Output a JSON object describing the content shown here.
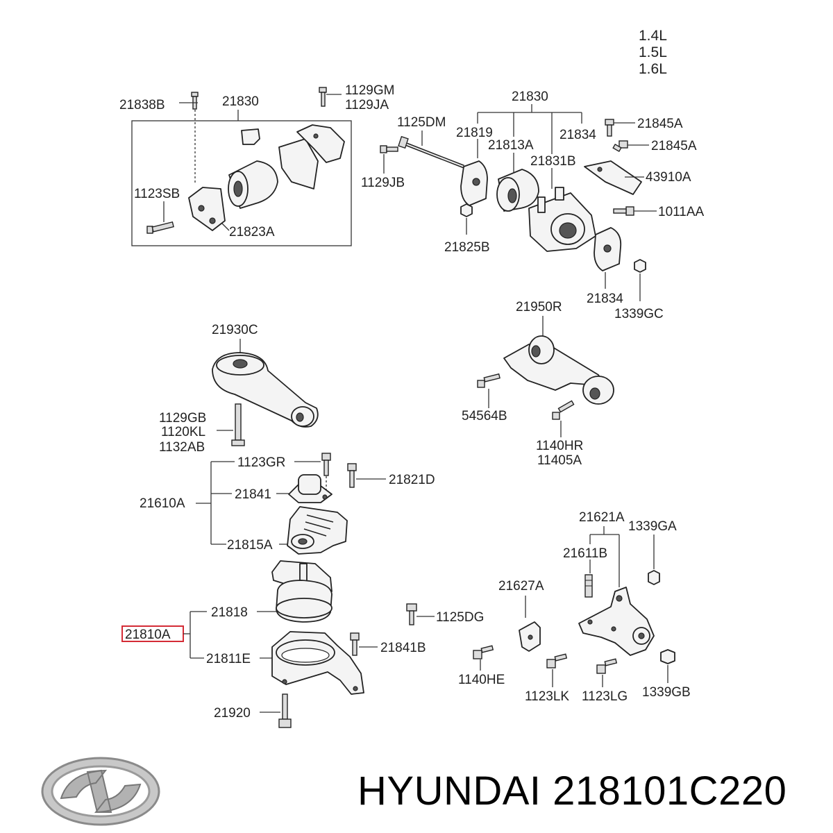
{
  "engine_variants": [
    "1.4L",
    "1.5L",
    "1.6L"
  ],
  "part_labels": {
    "p21838B": "21838B",
    "p21830a": "21830",
    "p1129GM": "1129GM",
    "p1129JA": "1129JA",
    "p1123SB": "1123SB",
    "p21823A": "21823A",
    "p21830b": "21830",
    "p1125DM": "1125DM",
    "p21819": "21819",
    "p21834a": "21834",
    "p21845Aa": "21845A",
    "p21845Ab": "21845A",
    "p21813A": "21813A",
    "p21831B": "21831B",
    "p43910A": "43910A",
    "p1129JB": "1129JB",
    "p1011AA": "1011AA",
    "p21825B": "21825B",
    "p21834b": "21834",
    "p1339GC": "1339GC",
    "p21930C": "21930C",
    "p1129GB": "1129GB",
    "p1120KL": "1120KL",
    "p1132AB": "1132AB",
    "p21950R": "21950R",
    "p54564B": "54564B",
    "p1140HR": "1140HR",
    "p11405A": "11405A",
    "p1123GR": "1123GR",
    "p21821D": "21821D",
    "p21610A": "21610A",
    "p21841": "21841",
    "p21815A": "21815A",
    "p21621A": "21621A",
    "p1339GA": "1339GA",
    "p21611B": "21611B",
    "p21627A": "21627A",
    "p21818": "21818",
    "p1125DG": "1125DG",
    "p21810A": "21810A",
    "p21841B": "21841B",
    "p21811E": "21811E",
    "p1140HE": "1140HE",
    "p1123LK": "1123LK",
    "p1123LG": "1123LG",
    "p1339GB": "1339GB",
    "p21920": "21920"
  },
  "highlighted_part": "21810A",
  "footer": {
    "brand": "HYUNDAI",
    "part_number": "218101C220",
    "title": "HYUNDAI 218101C220"
  }
}
